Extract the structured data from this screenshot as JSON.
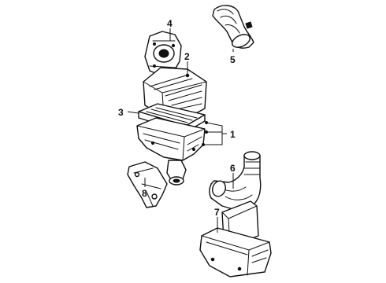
{
  "diagram": {
    "callouts": [
      {
        "id": "callout-1",
        "label": "1"
      },
      {
        "id": "callout-2",
        "label": "2"
      },
      {
        "id": "callout-3",
        "label": "3"
      },
      {
        "id": "callout-4",
        "label": "4"
      },
      {
        "id": "callout-5",
        "label": "5"
      },
      {
        "id": "callout-6",
        "label": "6"
      },
      {
        "id": "callout-7",
        "label": "7"
      },
      {
        "id": "callout-8",
        "label": "8"
      }
    ]
  }
}
